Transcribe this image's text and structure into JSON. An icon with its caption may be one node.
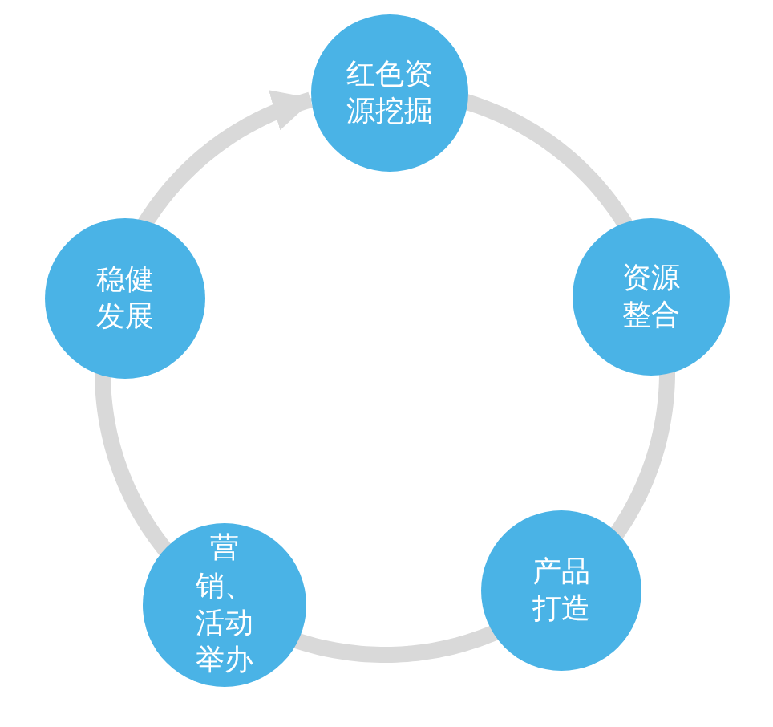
{
  "diagram": {
    "nodes": [
      {
        "text": [
          "红色资源挖掘"
        ]
      },
      {
        "text": [
          "资源整合"
        ]
      },
      {
        "text": [
          "产品打造"
        ]
      },
      {
        "text": [
          "营销、活动举办"
        ]
      },
      {
        "text": [
          "稳健发展"
        ]
      }
    ],
    "edges": [
      {
        "from": 0,
        "to": 1,
        "arrow": "none"
      },
      {
        "from": 1,
        "to": 2,
        "arrow": "none"
      },
      {
        "from": 2,
        "to": 3,
        "arrow": "none"
      },
      {
        "from": 3,
        "to": 4,
        "arrow": "none"
      },
      {
        "from": 4,
        "to": 0,
        "arrow": "to"
      }
    ]
  }
}
